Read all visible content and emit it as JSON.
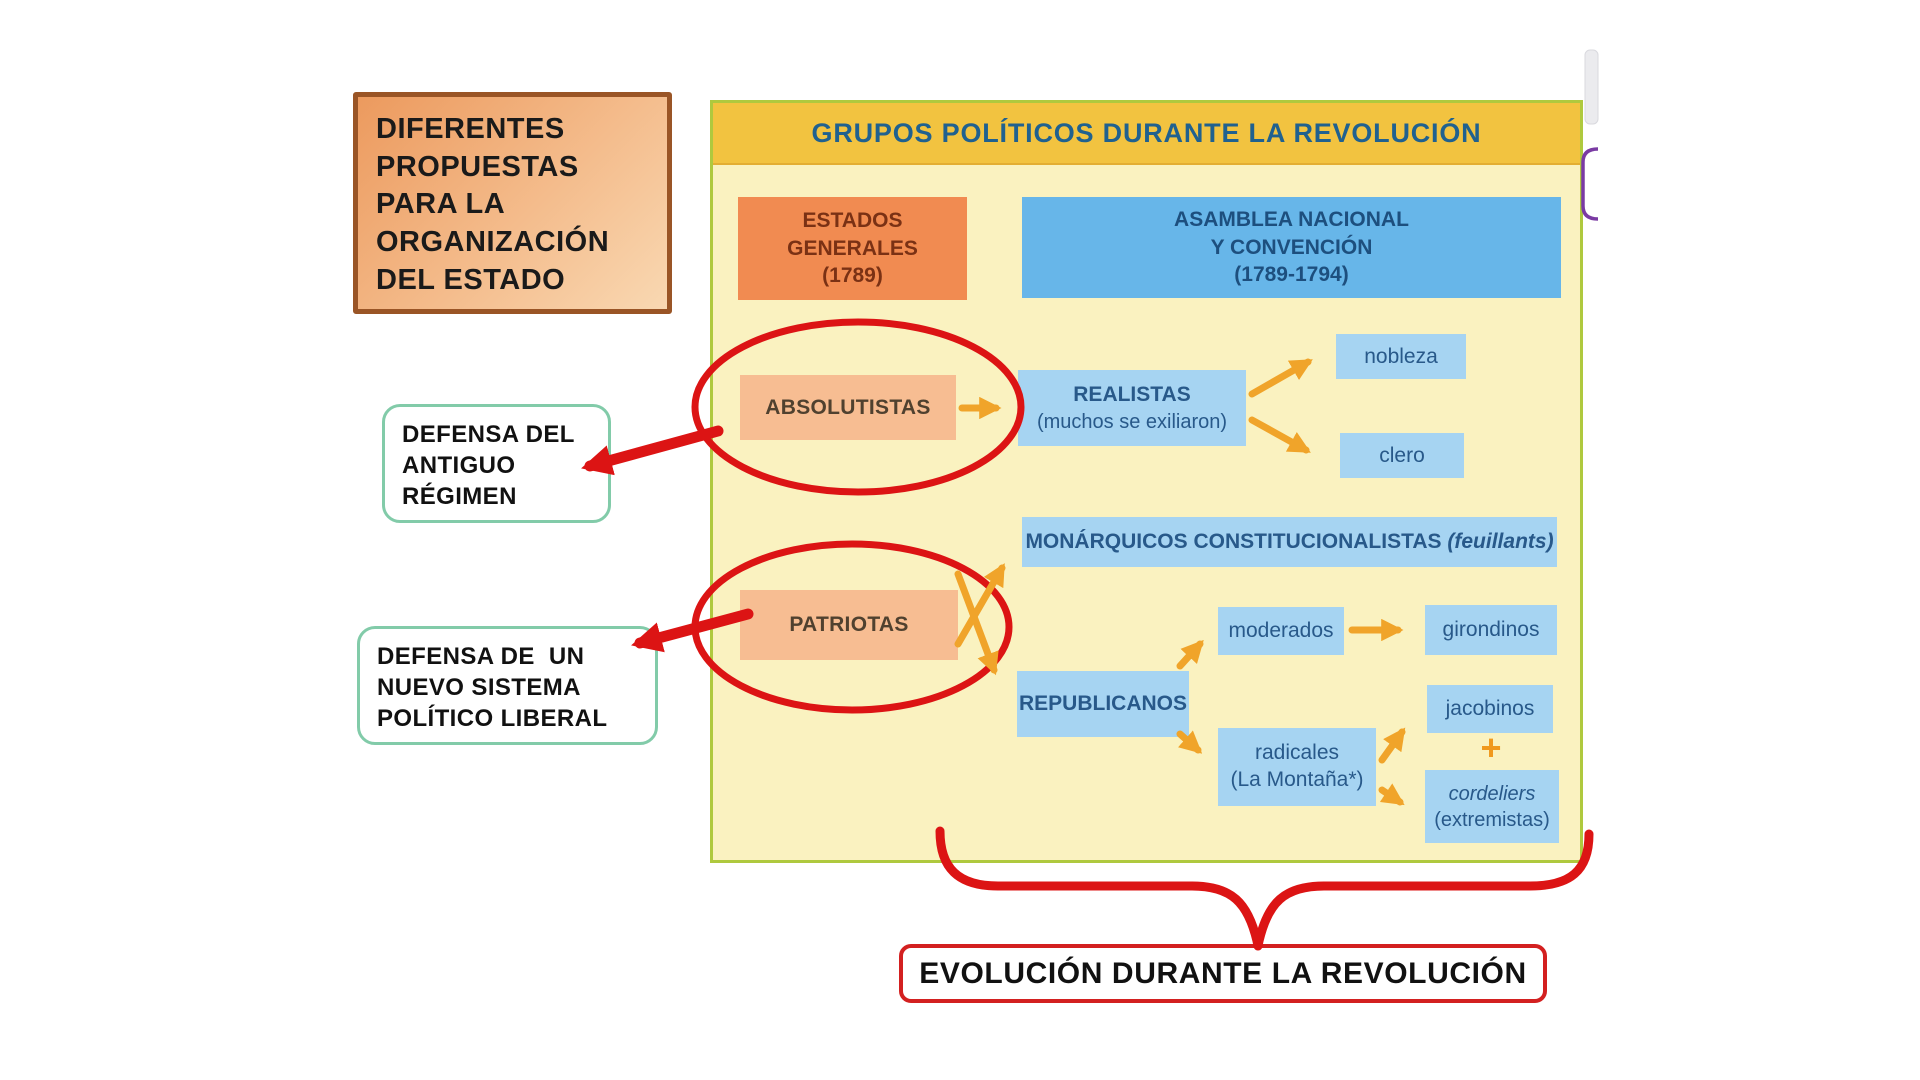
{
  "colors": {
    "band_gold": "#F2C340",
    "panel_bg": "#FAF2C0",
    "panel_border": "#AFC93E",
    "orange_header_box": "#F18B51",
    "blue_header_box": "#67B6E9",
    "light_blue_node": "#A6D4F2",
    "peach_node": "#F7BD92",
    "arrow_orange": "#F0A42A",
    "annotation_red": "#DC1414",
    "callout_border_green": "#82CBA9",
    "bracket_purple": "#7A3BA3"
  },
  "side_label": {
    "text": "DIFERENTES\nPROPUESTAS\nPARA LA\nORGANIZACIÓN\nDEL ESTADO"
  },
  "panel": {
    "title": "GRUPOS POLÍTICOS DURANTE LA REVOLUCIÓN",
    "columns": {
      "left": "ESTADOS\nGENERALES\n(1789)",
      "right": "ASAMBLEA NACIONAL\nY CONVENCIÓN\n(1789-1794)"
    },
    "nodes": {
      "absolutistas": "ABSOLUTISTAS",
      "realistas_title": "REALISTAS",
      "realistas_sub": "(muchos se exiliaron)",
      "nobleza": "nobleza",
      "clero": "clero",
      "monarquicos": "MONÁRQUICOS CONSTITUCIONALISTAS ",
      "monarquicos_italic": "(feuillants)",
      "patriotas": "PATRIOTAS",
      "moderados": "moderados",
      "girondinos": "girondinos",
      "republicanos": "REPUBLICANOS",
      "radicales": "radicales\n(La Montaña*)",
      "jacobinos": "jacobinos",
      "plus": "+",
      "cordeliers_name": "cordeliers",
      "cordeliers_sub": "(extremistas)"
    }
  },
  "callouts": {
    "old_regime": "DEFENSA DEL\nANTIGUO\nRÉGIMEN",
    "new_system": "DEFENSA DE  UN\nNUEVO SISTEMA\nPOLÍTICO LIBERAL"
  },
  "evolution_label": "EVOLUCIÓN DURANTE LA REVOLUCIÓN"
}
